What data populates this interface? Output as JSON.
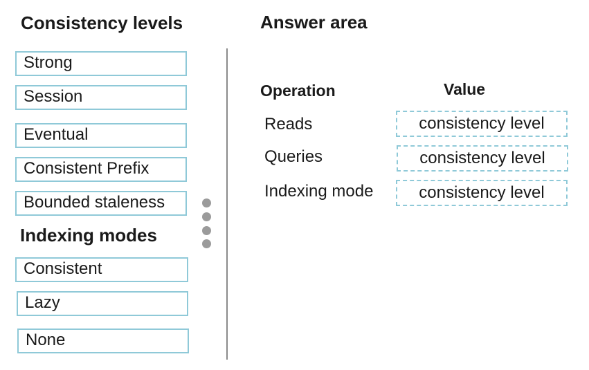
{
  "left_panel": {
    "consistency_heading": "Consistency levels",
    "consistency_options": [
      "Strong",
      "Session",
      "Eventual",
      "Consistent Prefix",
      "Bounded staleness"
    ],
    "indexing_heading": "Indexing modes",
    "indexing_options": [
      "Consistent",
      "Lazy",
      "None"
    ]
  },
  "answer_area": {
    "title": "Answer area",
    "operation_header": "Operation",
    "value_header": "Value",
    "rows": [
      {
        "operation": "Reads",
        "value": "consistency level"
      },
      {
        "operation": "Queries",
        "value": "consistency level"
      },
      {
        "operation": "Indexing mode",
        "value": "consistency level"
      }
    ]
  },
  "colors": {
    "box_border": "#8fc9d8",
    "divider": "#8a8a8a",
    "handle_dot": "#9b9b9b"
  },
  "icons": {
    "drag_handle": "vertical-dots-drag-handle-icon"
  }
}
